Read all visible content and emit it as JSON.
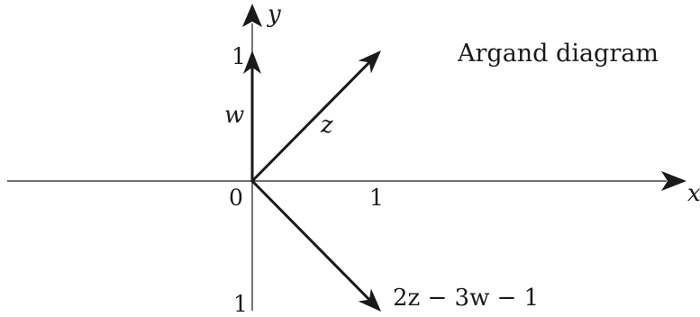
{
  "title": "Argand diagram",
  "axes": {
    "x_label": "x",
    "y_label": "y",
    "origin_label": "0",
    "x_tick_label": "1",
    "y_tick_top_label": "1",
    "y_tick_bottom_label": "1"
  },
  "vectors": [
    {
      "id": "w",
      "label": "w",
      "re": 0,
      "im": 1
    },
    {
      "id": "z",
      "label": "z",
      "re": 1,
      "im": 1
    },
    {
      "id": "combo",
      "label": "2z − 3w − 1",
      "re": 1,
      "im": -1
    }
  ]
}
